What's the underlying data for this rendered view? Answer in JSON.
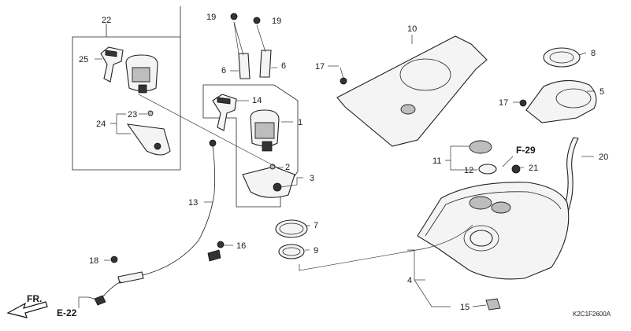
{
  "diagram": {
    "code": "K2C1F2600A",
    "front_label": "FR.",
    "refs": {
      "e22": "E-22",
      "f29": "F-29"
    },
    "callouts": {
      "c1": "1",
      "c2": "2",
      "c3": "3",
      "c4": "4",
      "c5": "5",
      "c6a": "6",
      "c6b": "6",
      "c7": "7",
      "c8": "8",
      "c9": "9",
      "c10": "10",
      "c11": "11",
      "c12": "12",
      "c13": "13",
      "c14": "14",
      "c15": "15",
      "c16": "16",
      "c17a": "17",
      "c17b": "17",
      "c18": "18",
      "c19a": "19",
      "c19b": "19",
      "c20": "20",
      "c21": "21",
      "c22": "22",
      "c23": "23",
      "c24": "24",
      "c25": "25"
    }
  }
}
